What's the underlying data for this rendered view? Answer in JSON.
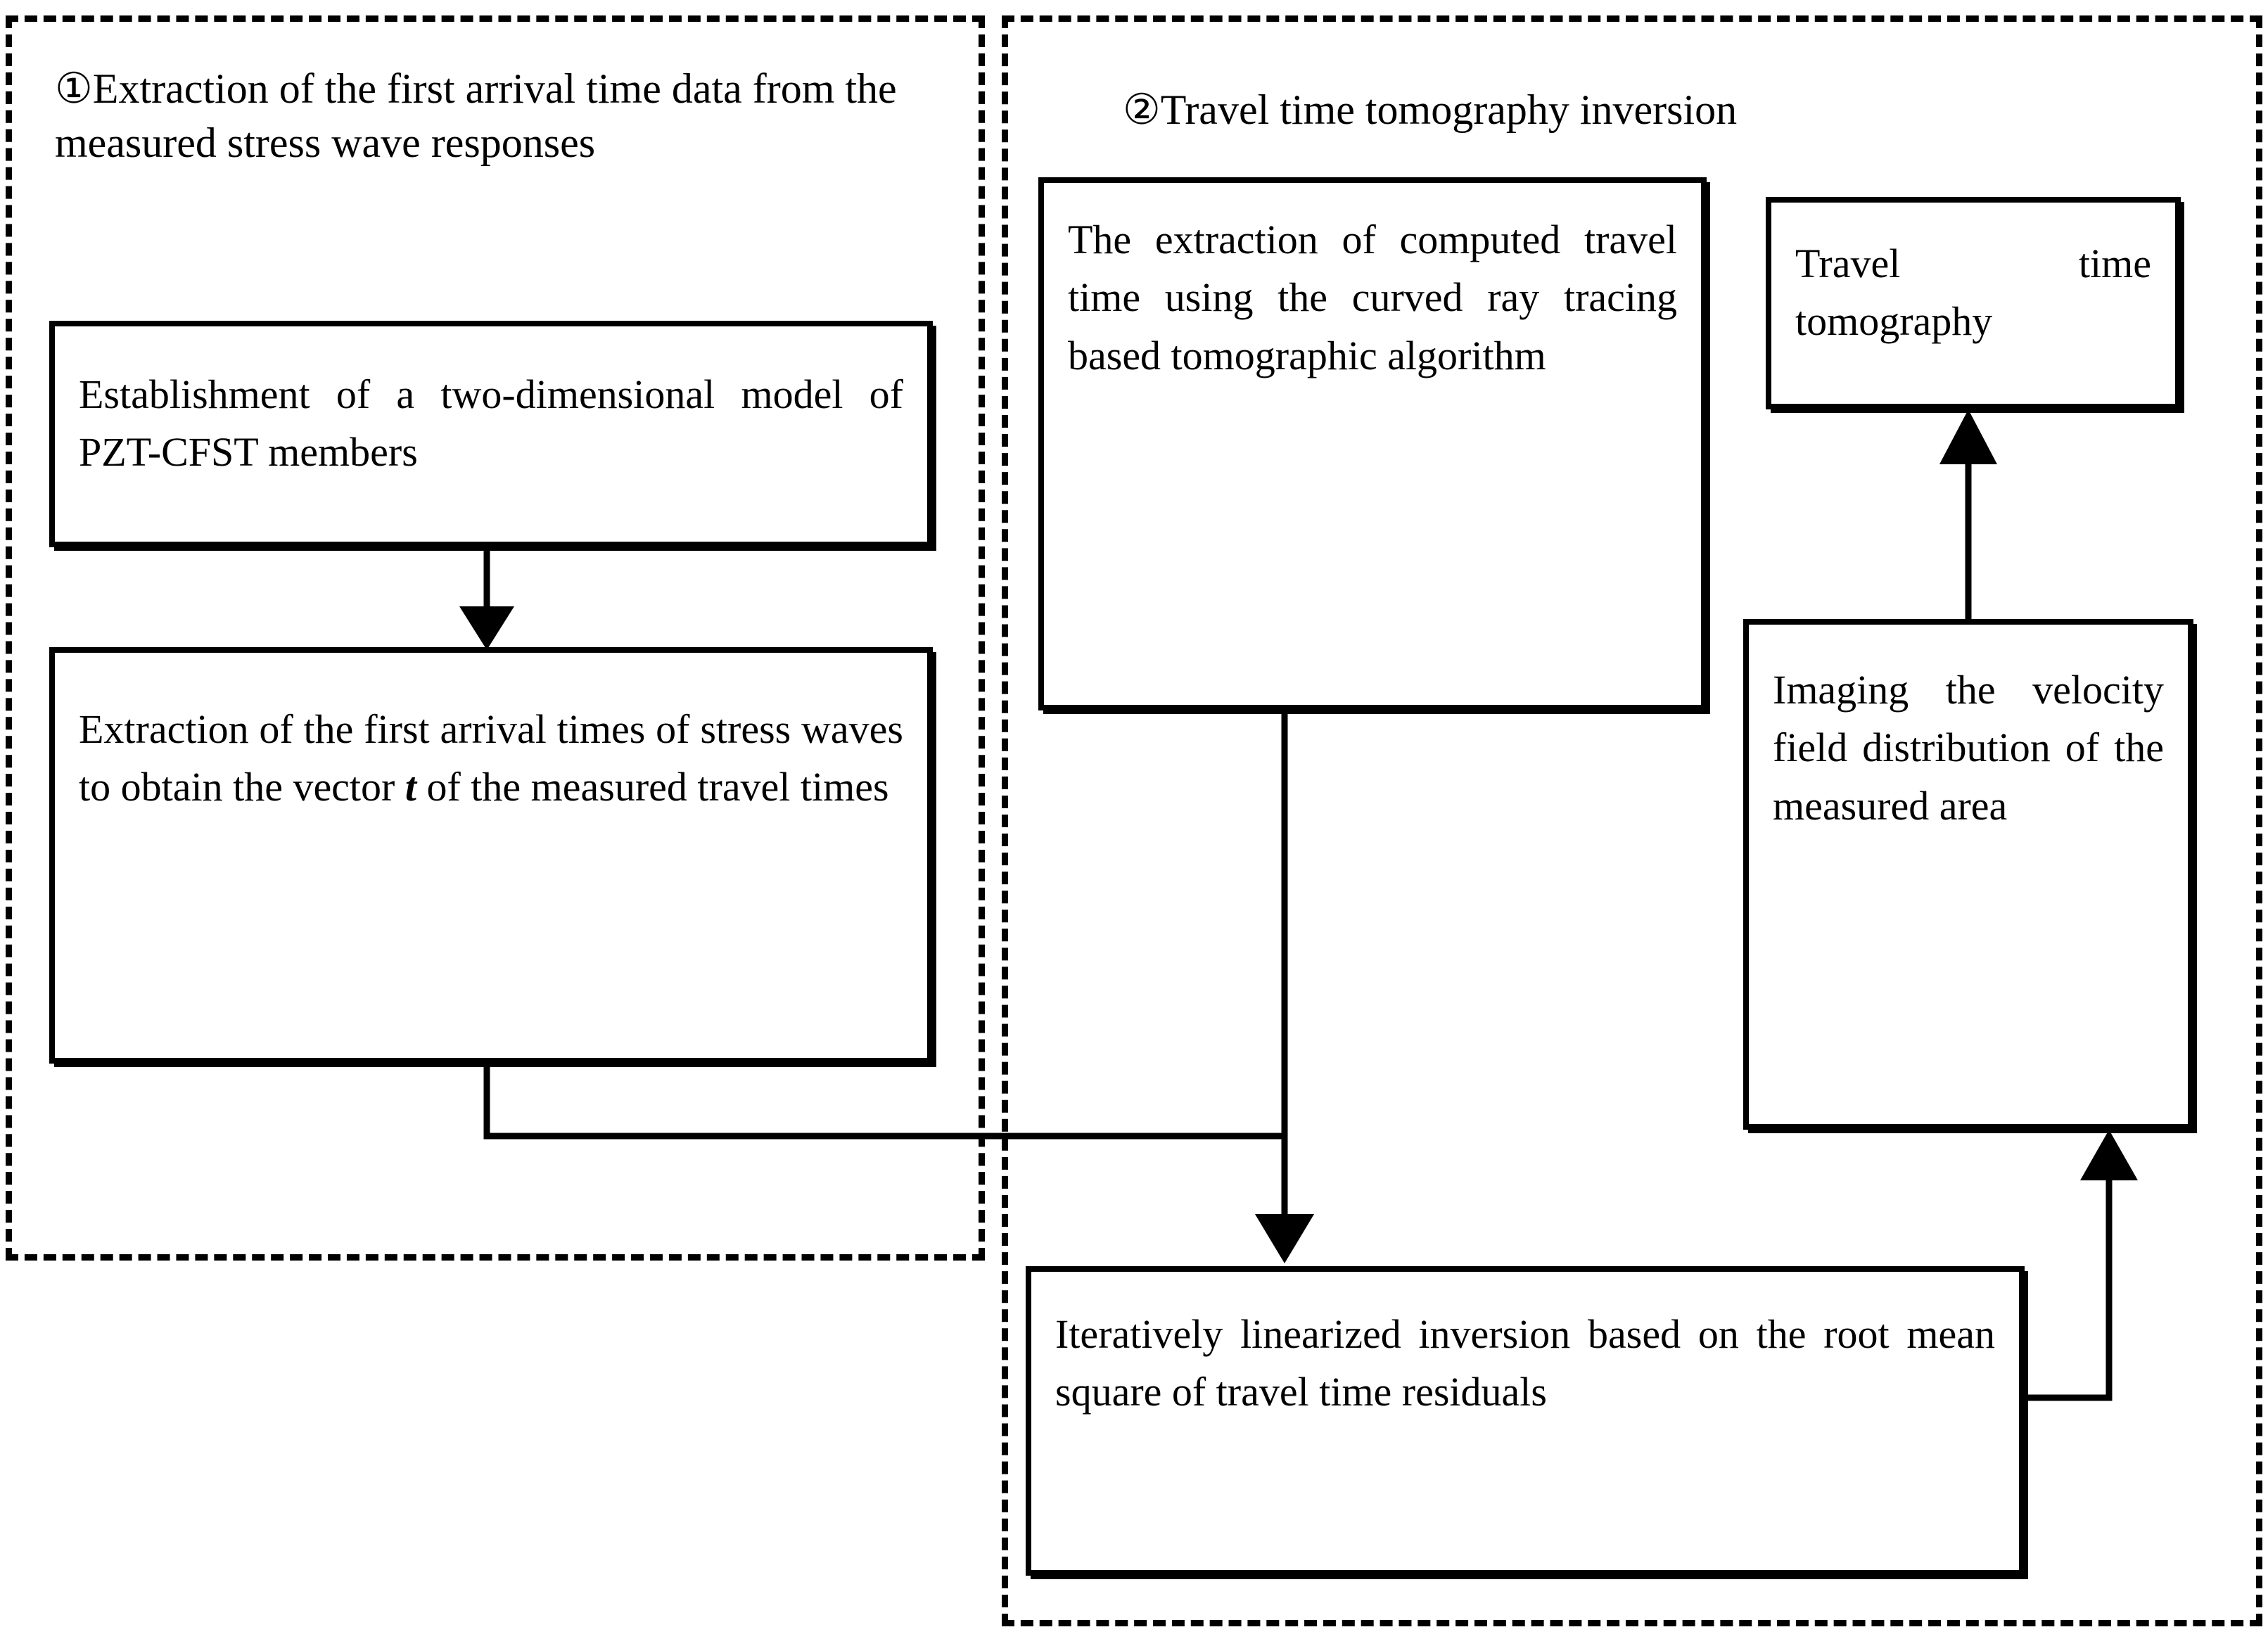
{
  "diagram": {
    "type": "flowchart",
    "title": "",
    "panels": [
      {
        "id": "stage-1",
        "marker": "①",
        "heading": "①Extraction of the first arrival time data from the measured stress wave responses",
        "border_style": "dashed",
        "color": "#000000"
      },
      {
        "id": "stage-2",
        "marker": "②",
        "heading": "②Travel time tomography inversion",
        "border_style": "dashed",
        "color": "#000000"
      }
    ],
    "nodes": [
      {
        "id": "model",
        "panel": "stage-1",
        "text": "Establishment of a two-dimensional model of PZT-CFST members"
      },
      {
        "id": "extract",
        "panel": "stage-1",
        "text_before": "Extraction of the first arrival times of stress waves to obtain the vector ",
        "emphasis": "t",
        "text_after": " of the measured travel times"
      },
      {
        "id": "compute",
        "panel": "stage-2",
        "text": "The extraction of computed travel time using the curved ray tracing based tomographic algorithm"
      },
      {
        "id": "tomography",
        "panel": "stage-2",
        "text": "Travel time tomography"
      },
      {
        "id": "imaging",
        "panel": "stage-2",
        "text": "Imaging the velocity field distribution of the measured area"
      },
      {
        "id": "inversion",
        "panel": "stage-2",
        "text": "Iteratively linearized inversion based on the root mean square of travel time residuals"
      }
    ],
    "edges": [
      {
        "from": "model",
        "to": "extract",
        "arrow": "down",
        "routing": "straight"
      },
      {
        "from": "extract",
        "to": "inversion",
        "arrow": "down",
        "routing": "elbow-right"
      },
      {
        "from": "compute",
        "to": "inversion",
        "arrow": "down",
        "routing": "straight"
      },
      {
        "from": "inversion",
        "to": "imaging",
        "arrow": "up",
        "routing": "elbow-right"
      },
      {
        "from": "imaging",
        "to": "tomography",
        "arrow": "up",
        "routing": "straight"
      }
    ]
  }
}
